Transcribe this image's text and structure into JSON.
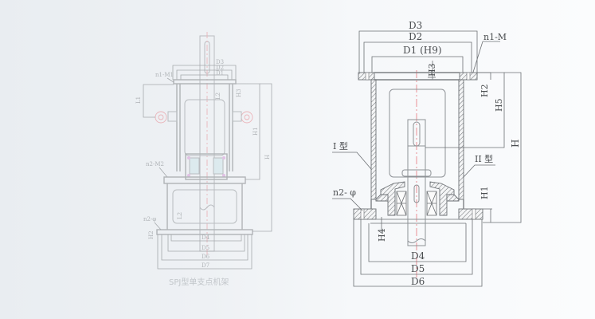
{
  "left_drawing": {
    "title": "SPJ型单支点机架",
    "labels": {
      "d1": "D1",
      "d2": "D2",
      "d3": "D3",
      "d4": "D4",
      "d5": "D5",
      "d6": "D6",
      "d7": "D7",
      "h": "H",
      "h1": "H1",
      "h2": "H2",
      "h3": "H3",
      "h4": "H4",
      "l1": "L1",
      "l2": "L2",
      "n1": "n1-M1",
      "n2": "n2-M2",
      "n3": "n2-φ"
    }
  },
  "right_drawing": {
    "labels": {
      "d1": "D1 (H9)",
      "d2": "D2",
      "d3": "D3",
      "d4": "D4",
      "d5": "D5",
      "d6": "D6",
      "h": "H",
      "h1": "H1",
      "h2": "H2",
      "h3": "H3",
      "h4": "H4",
      "h5": "H5",
      "n1m": "n1-M",
      "n2phi": "n2- φ",
      "type1": "I 型",
      "type2": "II 型"
    }
  }
}
